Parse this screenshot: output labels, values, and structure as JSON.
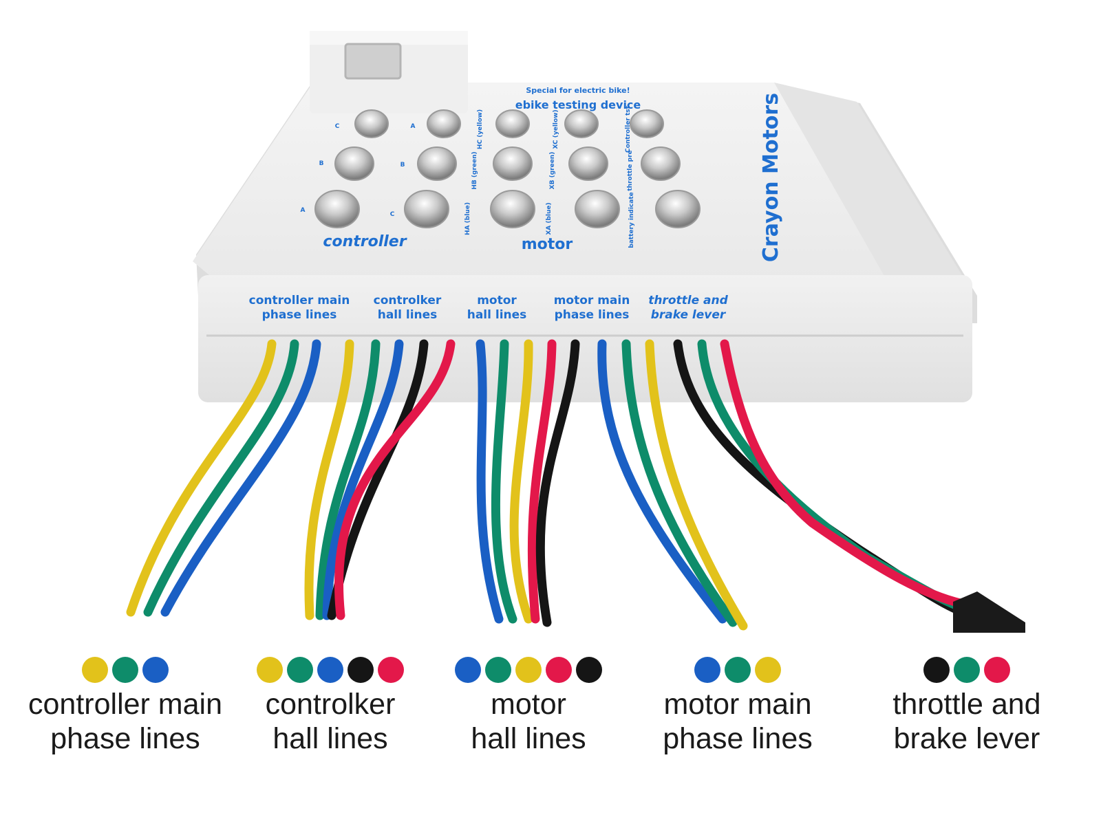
{
  "device": {
    "tagline": "Special for electric bike!",
    "name": "ebike testing device",
    "brand": "Crayon Motors",
    "section_controller": "controller",
    "section_motor": "motor",
    "led_labels": [
      "A",
      "B",
      "C",
      "C",
      "B",
      "A",
      "HA (blue)",
      "HB (green)",
      "HC (yellow)",
      "XA (blue)",
      "XB (green)",
      "XC (yellow)",
      "battery indicate",
      "throttle pre",
      "Controller tst"
    ],
    "port_labels": [
      [
        "controller main",
        "phase lines"
      ],
      [
        "controlker",
        "hall lines"
      ],
      [
        "motor",
        "hall lines"
      ],
      [
        "motor main",
        "phase lines"
      ],
      [
        "throttle and",
        "brake lever"
      ]
    ]
  },
  "colors": {
    "yellow": "#e2c21b",
    "green": "#0e8c6a",
    "blue": "#1a5fc4",
    "black": "#151515",
    "red": "#e3184a",
    "label_blue": "#1f6fd0"
  },
  "legend": [
    {
      "label_line1": "controller main",
      "label_line2": "phase lines",
      "dots": [
        "yellow",
        "green",
        "blue"
      ]
    },
    {
      "label_line1": "controlker",
      "label_line2": "hall lines",
      "dots": [
        "yellow",
        "green",
        "blue",
        "black",
        "red"
      ]
    },
    {
      "label_line1": "motor",
      "label_line2": "hall lines",
      "dots": [
        "blue",
        "green",
        "yellow",
        "red",
        "black"
      ]
    },
    {
      "label_line1": "motor main",
      "label_line2": "phase lines",
      "dots": [
        "blue",
        "green",
        "yellow"
      ]
    },
    {
      "label_line1": "throttle and",
      "label_line2": "brake lever",
      "dots": [
        "black",
        "green",
        "red"
      ]
    }
  ]
}
